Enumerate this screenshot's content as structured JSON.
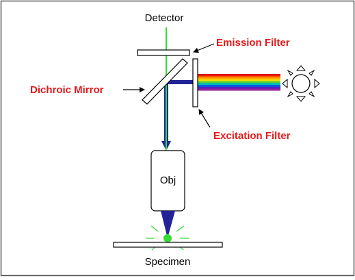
{
  "labels": {
    "detector": "Detector",
    "emission_filter": "Emission Filter",
    "dichroic_mirror": "Dichroic Mirror",
    "excitation_filter": "Excitation Filter",
    "objective": "Obj",
    "specimen": "Specimen"
  },
  "colors": {
    "label_red": "#e41a1a",
    "emission_light": "#33dd33",
    "excitation_light": "#232399",
    "outline": "#000000",
    "frame": "#555555",
    "background": "#ffffff"
  },
  "spectrum_colors": [
    "#e00000",
    "#ff5a00",
    "#ffb000",
    "#f0e000",
    "#50d040",
    "#00b8b8",
    "#0060e0",
    "#5020c0",
    "#9020a0"
  ],
  "icons": {
    "light_source": "sun-icon"
  }
}
